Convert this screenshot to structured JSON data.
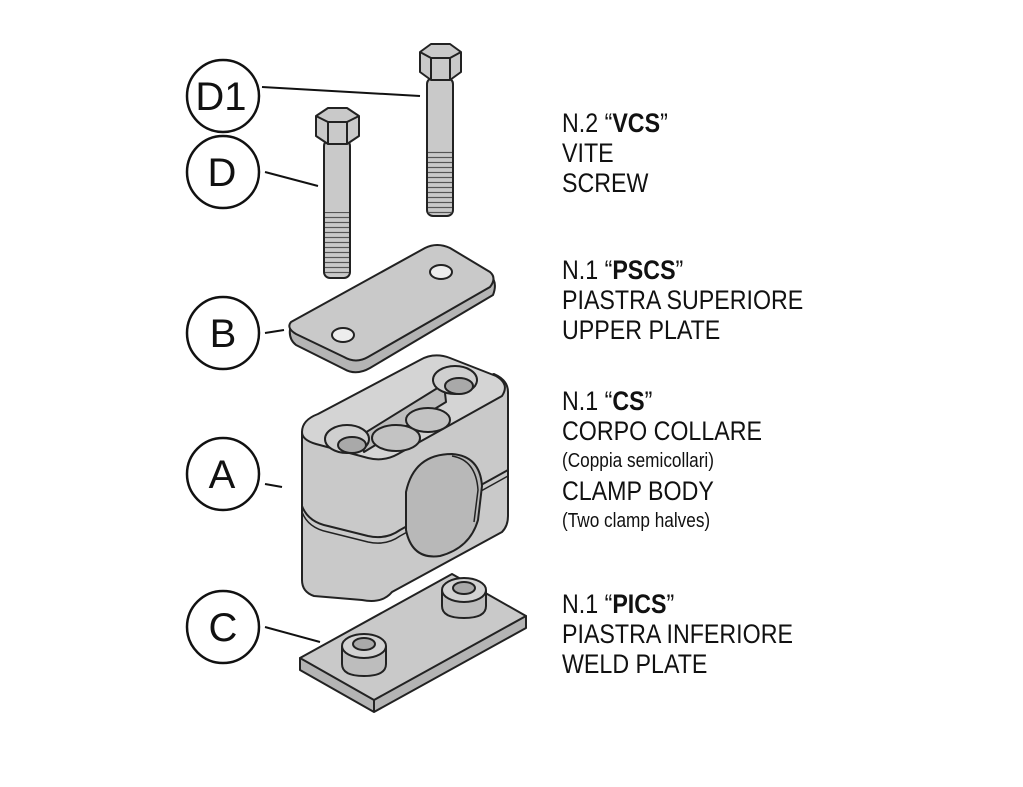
{
  "callouts": {
    "d1": "D1",
    "d": "D",
    "b": "B",
    "a": "A",
    "c": "C"
  },
  "legend": {
    "vcs": {
      "qty": "N.2 “",
      "code": "VCS",
      "close": "”",
      "line1": "VITE",
      "line2": "SCREW"
    },
    "pscs": {
      "qty": "N.1 “",
      "code": "PSCS",
      "close": "”",
      "line1": "PIASTRA SUPERIORE",
      "line2": "UPPER PLATE"
    },
    "cs": {
      "qty": "N.1 “",
      "code": "CS",
      "close": "”",
      "line1": "CORPO COLLARE",
      "note1": "(Coppia semicollari)",
      "line2": "CLAMP BODY",
      "note2": "(Two clamp halves)"
    },
    "pics": {
      "qty": "N.1 “",
      "code": "PICS",
      "close": "”",
      "line1": "PIASTRA INFERIORE",
      "line2": "WELD PLATE"
    }
  },
  "colors": {
    "part_fill": "#c9c9c9",
    "part_shade": "#b4b4b4",
    "part_light": "#dcdcdc",
    "outline": "#222222"
  }
}
